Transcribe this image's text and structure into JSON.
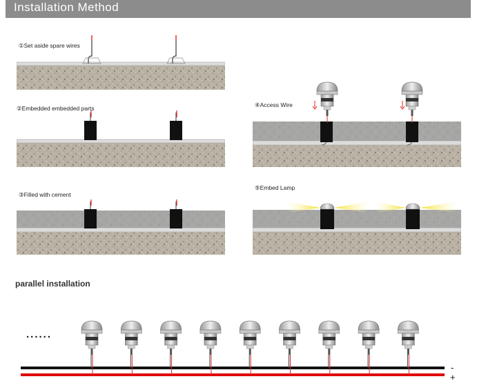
{
  "header": {
    "title": "Installation Method"
  },
  "steps": [
    {
      "label": "①Set aside spare wires"
    },
    {
      "label": "②Embedded embedded parts"
    },
    {
      "label": "③Filled with cement"
    },
    {
      "label": "④Access Wire"
    },
    {
      "label": "⑤Embed Lamp"
    }
  ],
  "parallel": {
    "title": "parallel installation",
    "ellipsis": "......",
    "minus_label": "-",
    "plus_label": "+",
    "lamp_count": 9
  },
  "colors": {
    "header_bg": "#8c8c8c",
    "wire_negative": "#111111",
    "wire_positive": "#e00000",
    "beam": "#f4e04a"
  }
}
